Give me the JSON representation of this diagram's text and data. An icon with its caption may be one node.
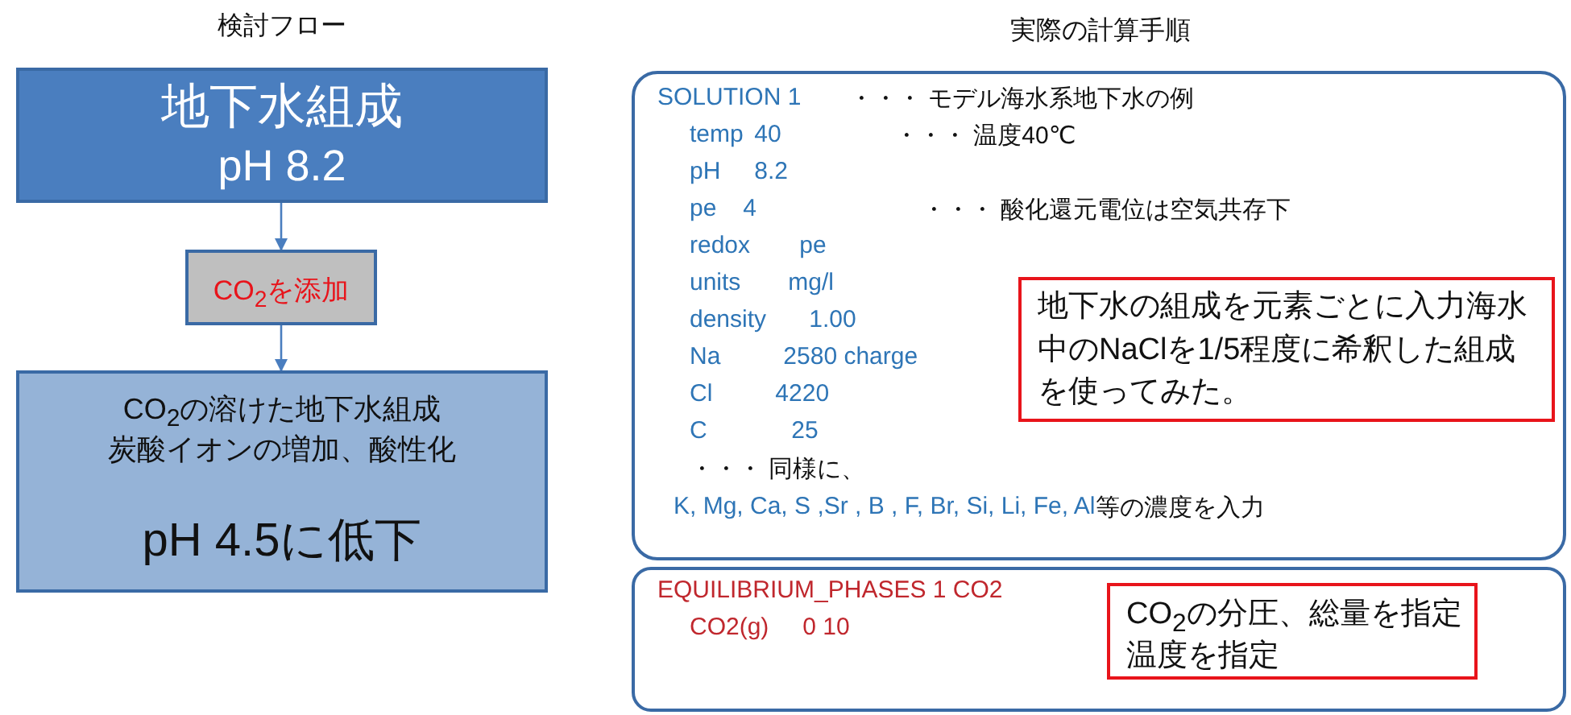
{
  "diagram": {
    "nodes": [
      {
        "text": [
          "地下水組成",
          "pH 8.2"
        ]
      },
      {
        "text": [
          "CO$_{2}$を添加"
        ]
      },
      {
        "text": [
          "CO$_{2}$の溶けた地下水組成",
          "炭酸イオンの増加、酸性化",
          "pH 4.5に低下"
        ]
      },
      {
        "text": [
          "SOLUTION 1",
          "・・・ モデル海水系地下水の例",
          "temp 40",
          "・・・ 温度40℃",
          "pH 8.2",
          "pe 4",
          "・・・ 酸化還元電位は空気共存下",
          "redox pe",
          "units mg/l",
          "density 1.00",
          "Na 2580 charge",
          "Cl 4220",
          "C 25",
          "・・・ 同様に、",
          "K, Mg, Ca, S ,Sr , B , F, Br, Si, Li, Fe, Al",
          "等の濃度を入力"
        ]
      },
      {
        "text": [
          "地下水の組成を元素ごとに入力海水中のNaClを1/5程度に希釈した組成を使ってみた。"
        ],
        "in": 3
      },
      {
        "text": [
          "EQUILIBRIUM_PHASES 1 CO2",
          "CO2(g) 0 10"
        ]
      },
      {
        "text": [
          "CO$_{2}$の分圧、総量を指定",
          "温度を指定"
        ],
        "in": 5
      }
    ],
    "edges": [
      {
        "from": 0,
        "to": 1,
        "arrow": "to"
      },
      {
        "from": 1,
        "to": 2,
        "arrow": "to"
      }
    ],
    "labels": [
      "検討フロー",
      "実際の計算手順"
    ]
  }
}
